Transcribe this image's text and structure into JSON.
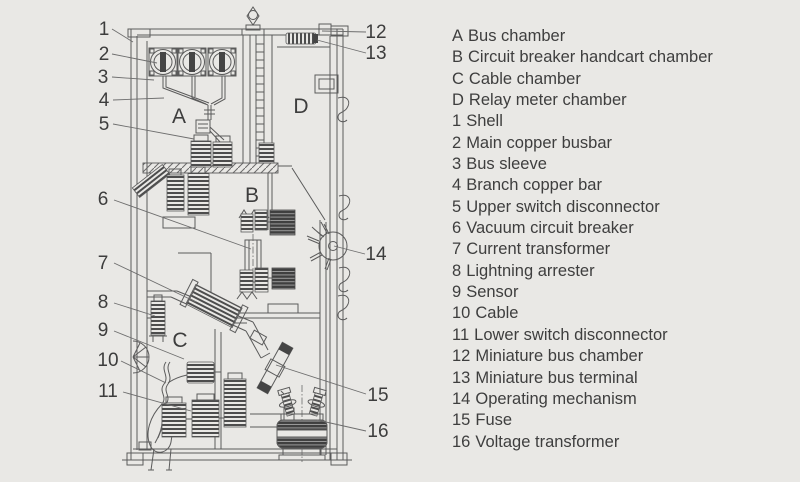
{
  "canvas": {
    "background": "#e9e8e5",
    "line_color": "#5b5b5b",
    "text_color": "#3d3d3d"
  },
  "diagram": {
    "chambers": {
      "A": "A",
      "B": "B",
      "C": "C",
      "D": "D"
    },
    "callouts": {
      "c1": "1",
      "c2": "2",
      "c3": "3",
      "c4": "4",
      "c5": "5",
      "c6": "6",
      "c7": "7",
      "c8": "8",
      "c9": "9",
      "c10": "10",
      "c11": "11",
      "c12": "12",
      "c13": "13",
      "c14": "14",
      "c15": "15",
      "c16": "16"
    }
  },
  "legend": {
    "items": [
      {
        "key": "A",
        "label": "Bus chamber"
      },
      {
        "key": "B",
        "label": "Circuit breaker handcart chamber"
      },
      {
        "key": "C",
        "label": "Cable chamber"
      },
      {
        "key": "D",
        "label": "Relay meter chamber"
      },
      {
        "key": "1",
        "label": "Shell"
      },
      {
        "key": "2",
        "label": "Main copper busbar"
      },
      {
        "key": "3",
        "label": "Bus sleeve"
      },
      {
        "key": "4",
        "label": "Branch copper bar"
      },
      {
        "key": "5",
        "label": "Upper switch disconnector"
      },
      {
        "key": "6",
        "label": "Vacuum circuit breaker"
      },
      {
        "key": "7",
        "label": "Current transformer"
      },
      {
        "key": "8",
        "label": "Lightning arrester"
      },
      {
        "key": "9",
        "label": "Sensor"
      },
      {
        "key": "10",
        "label": "Cable"
      },
      {
        "key": "11",
        "label": "Lower switch disconnector"
      },
      {
        "key": "12",
        "label": "Miniature bus chamber"
      },
      {
        "key": "13",
        "label": "Miniature bus terminal"
      },
      {
        "key": "14",
        "label": "Operating mechanism"
      },
      {
        "key": "15",
        "label": "Fuse"
      },
      {
        "key": "16",
        "label": "Voltage transformer"
      }
    ]
  }
}
